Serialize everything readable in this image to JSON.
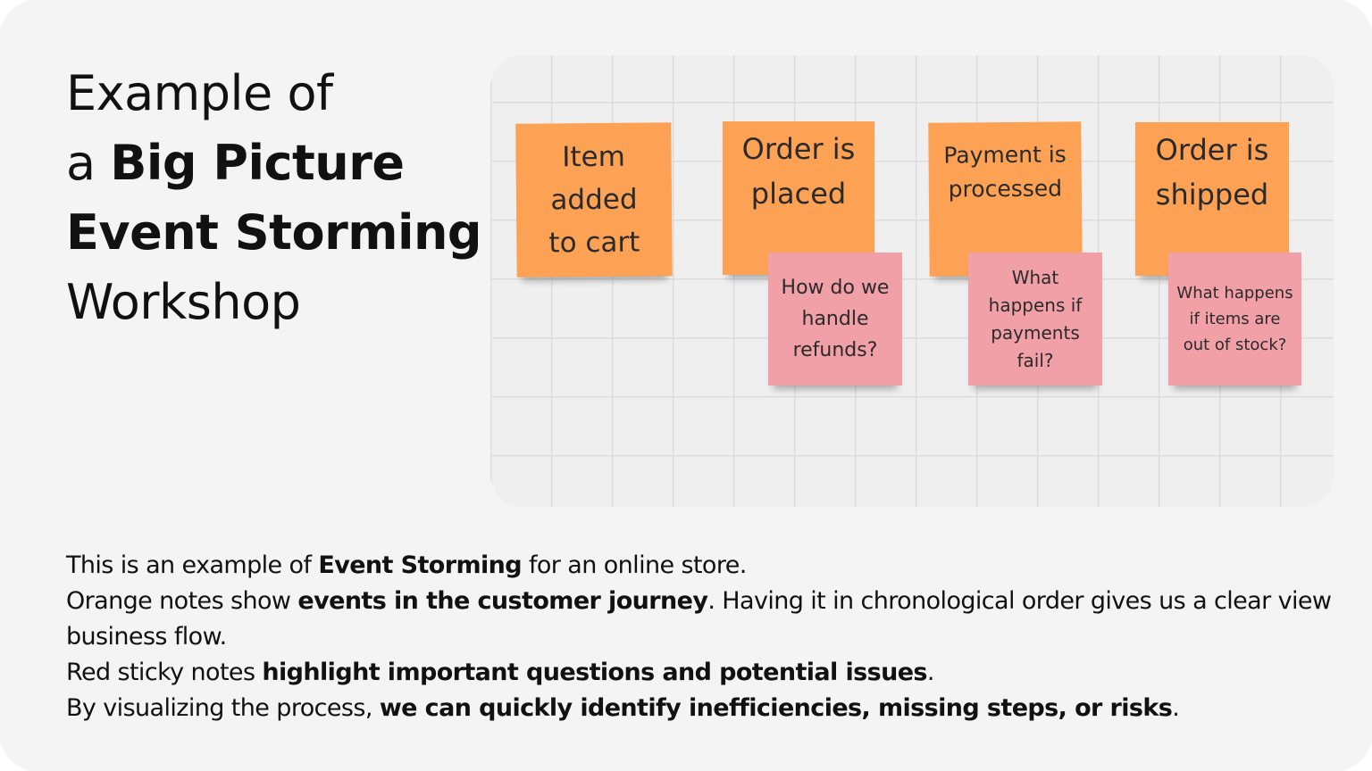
{
  "title": {
    "line1": "Example of",
    "line2_prefix": "a ",
    "line2_bold": "Big Picture",
    "line3_bold": "Event Storming",
    "line4": "Workshop"
  },
  "board": {
    "event_notes": [
      {
        "text": "Item added to cart",
        "color": "#fda155"
      },
      {
        "text": "Order is placed",
        "color": "#fda155"
      },
      {
        "text": "Payment is processed",
        "color": "#fda155"
      },
      {
        "text": "Order is shipped",
        "color": "#fda155"
      }
    ],
    "question_notes": [
      {
        "text": "How do we handle refunds?",
        "color": "#f2a0a8"
      },
      {
        "text": "What happens if payments fail?",
        "color": "#f2a0a8"
      },
      {
        "text": "What happens if items are out of stock?",
        "color": "#f2a0a8"
      }
    ]
  },
  "description": {
    "p1": {
      "a": "This is an example of ",
      "b": "Event Storming",
      "c": " for an online store."
    },
    "p2": {
      "a": "Orange notes show ",
      "b": "events in the customer journey",
      "c": ". Having it in chronological order gives us a clear view business flow."
    },
    "p3": {
      "a": "Red sticky notes ",
      "b": "highlight important questions and potential issues",
      "c": "."
    },
    "p4": {
      "a": "By visualizing the process, ",
      "b": "we can quickly identify inefficiencies, missing steps, or risks",
      "c": "."
    }
  }
}
